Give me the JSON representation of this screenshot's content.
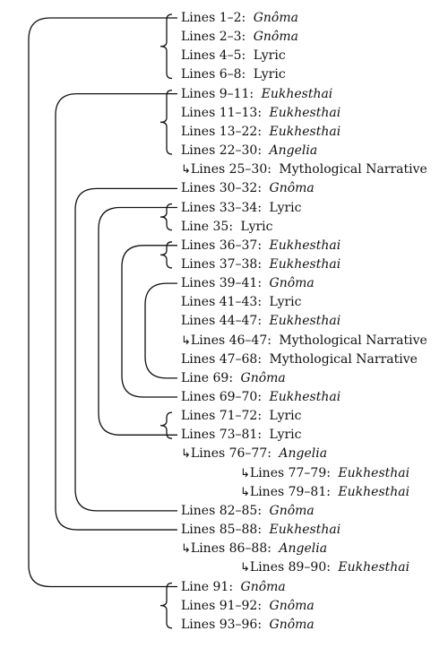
{
  "rows": [
    {
      "prefix": "Lines 1–2:",
      "label": "Gnôma",
      "italic": true,
      "indent": 0
    },
    {
      "prefix": "Lines 2–3:",
      "label": "Gnôma",
      "italic": true,
      "indent": 0
    },
    {
      "prefix": "Lines 4–5:",
      "label": "Lyric",
      "italic": false,
      "indent": 0
    },
    {
      "prefix": "Lines 6–8:",
      "label": "Lyric",
      "italic": false,
      "indent": 0
    },
    {
      "prefix": "Lines 9–11:",
      "label": "Eukhesthai",
      "italic": true,
      "indent": 0
    },
    {
      "prefix": "Lines 11–13:",
      "label": "Eukhesthai",
      "italic": true,
      "indent": 0
    },
    {
      "prefix": "Lines 13–22:",
      "label": "Eukhesthai",
      "italic": true,
      "indent": 0
    },
    {
      "prefix": "Lines 22–30:",
      "label": "Angelia",
      "italic": true,
      "indent": 0
    },
    {
      "prefix": "Lines 25–30:",
      "label": "Mythological Narrative",
      "italic": false,
      "indent": 1
    },
    {
      "prefix": "Lines 30–32:",
      "label": "Gnôma",
      "italic": true,
      "indent": 0
    },
    {
      "prefix": "Lines 33–34:",
      "label": "Lyric",
      "italic": false,
      "indent": 0
    },
    {
      "prefix": "Line 35:",
      "label": "Lyric",
      "italic": false,
      "indent": 0
    },
    {
      "prefix": "Lines 36–37:",
      "label": "Eukhesthai",
      "italic": true,
      "indent": 0
    },
    {
      "prefix": "Lines 37–38:",
      "label": "Eukhesthai",
      "italic": true,
      "indent": 0
    },
    {
      "prefix": "Lines 39–41:",
      "label": "Gnôma",
      "italic": true,
      "indent": 0
    },
    {
      "prefix": "Lines 41–43:",
      "label": "Lyric",
      "italic": false,
      "indent": 0
    },
    {
      "prefix": "Lines 44–47:",
      "label": "Eukhesthai",
      "italic": true,
      "indent": 0
    },
    {
      "prefix": "Lines 46–47:",
      "label": "Mythological Narrative",
      "italic": false,
      "indent": 1
    },
    {
      "prefix": "Lines 47–68:",
      "label": "Mythological Narrative",
      "italic": false,
      "indent": 0
    },
    {
      "prefix": "Line 69:",
      "label": "Gnôma",
      "italic": true,
      "indent": 0
    },
    {
      "prefix": "Lines 69–70:",
      "label": "Eukhesthai",
      "italic": true,
      "indent": 0
    },
    {
      "prefix": "Lines 71–72:",
      "label": "Lyric",
      "italic": false,
      "indent": 0
    },
    {
      "prefix": "Lines 73–81:",
      "label": "Lyric",
      "italic": false,
      "indent": 0
    },
    {
      "prefix": "Lines 76–77:",
      "label": "Angelia",
      "italic": true,
      "indent": 1
    },
    {
      "prefix": "Lines 77–79:",
      "label": "Eukhesthai",
      "italic": true,
      "indent": 2
    },
    {
      "prefix": "Lines 79–81:",
      "label": "Eukhesthai",
      "italic": true,
      "indent": 2
    },
    {
      "prefix": "Lines 82–85:",
      "label": "Gnôma",
      "italic": true,
      "indent": 0
    },
    {
      "prefix": "Lines 85–88:",
      "label": "Eukhesthai",
      "italic": true,
      "indent": 0
    },
    {
      "prefix": "Lines 86–88:",
      "label": "Angelia",
      "italic": true,
      "indent": 1
    },
    {
      "prefix": "Lines 89–90:",
      "label": "Eukhesthai",
      "italic": true,
      "indent": 2
    },
    {
      "prefix": "Line 91:",
      "label": "Gnôma",
      "italic": true,
      "indent": 0
    },
    {
      "prefix": "Lines 91–92:",
      "label": "Gnôma",
      "italic": true,
      "indent": 0
    },
    {
      "prefix": "Lines 93–96:",
      "label": "Gnôma",
      "italic": true,
      "indent": 0
    }
  ],
  "arrow_glyph": "↳",
  "braces": [
    [
      0,
      3
    ],
    [
      4,
      7
    ],
    [
      10,
      11
    ],
    [
      12,
      13
    ],
    [
      21,
      22
    ],
    [
      30,
      32
    ]
  ],
  "arcs": [
    [
      0,
      30
    ],
    [
      4,
      27
    ],
    [
      9,
      26
    ],
    [
      10,
      22
    ],
    [
      12,
      20
    ],
    [
      14,
      19
    ]
  ],
  "line_color": "#111111"
}
